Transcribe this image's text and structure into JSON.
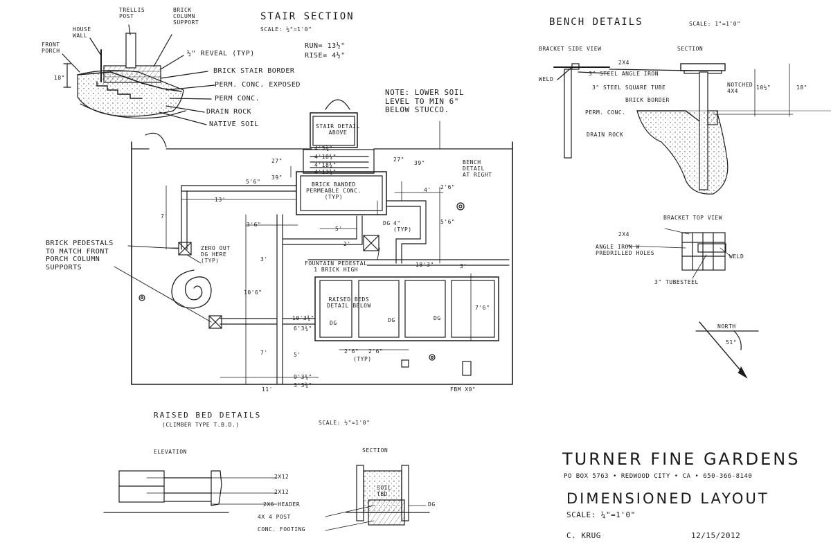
{
  "stair_section": {
    "title": "STAIR SECTION",
    "scale": "SCALE: ½\"=1'0\"",
    "run": "RUN= 13½\"",
    "rise": "RISE= 4½\"",
    "labels": {
      "front_porch": "FRONT\nPORCH",
      "house_wall": "HOUSE\nWALL",
      "trellis_post": "TRELLIS\nPOST",
      "brick_column": "BRICK\nCOLUMN\nSUPPORT",
      "reveal": "½\" REVEAL (TYP)",
      "brick_border": "BRICK STAIR BORDER",
      "perm_exposed": "PERM. CONC. EXPOSED",
      "perm_conc": "PERM CONC.",
      "drain_rock": "DRAIN ROCK",
      "native_soil": "NATIVE SOIL",
      "dim_18": "18\""
    }
  },
  "plan": {
    "note": "NOTE: LOWER SOIL\nLEVEL TO MIN 6\"\nBELOW STUCCO.",
    "stair_detail": "STAIR DETAIL\nABOVE",
    "brick_banded": "BRICK BANDED\nPERMEABLE CONC.\n(TYP)",
    "bench_detail": "BENCH\nDETAIL\nAT RIGHT",
    "brick_pedestals": "BRICK PEDESTALS\nTO MATCH FRONT\nPORCH COLUMN\nSUPPORTS",
    "zero_out": "ZERO OUT\nDG HERE\n(TYP)",
    "fountain": "FOUNTAIN PEDESTAL\n1 BRICK HIGH",
    "raised_beds": "RAISED BEDS\nDETAIL BELOW",
    "dg": "DG",
    "dims": {
      "d27a": "27\"",
      "d39a": "39\"",
      "d27b": "27\"",
      "d39b": "39\"",
      "d5_6a": "5'6\"",
      "d13": "13'",
      "d7a": "7'",
      "d3_6": "3'6\"",
      "d5a": "5'",
      "d4": "4'",
      "d2_6": "2'6\"",
      "d5_6b": "5'6\"",
      "d4_typ": "4\"\n(TYP)",
      "d3a": "3'",
      "d10_6": "10'6\"",
      "d7_6": "7'6\"",
      "d7b": "7'",
      "d5b": "5'",
      "d11": "11'",
      "d2_6a": "2'6\"",
      "d2_6b": "2'6\"",
      "typ": "(TYP)",
      "d3b": "3'",
      "d10_34": "10'3¾\"",
      "d6_34": "6'3¾\"",
      "d9_34": "9'3¾\"",
      "d3_34": "3'3¾\"",
      "s1": "4'3¾\"",
      "s2": "4'18¾\"",
      "s3": "4'18¾\"",
      "s4": "4'13¾\"",
      "d18_3": "18'3\"",
      "d2": "2'",
      "fbm": "FBM X0\""
    }
  },
  "bench_details": {
    "title": "BENCH DETAILS",
    "scale": "SCALE: 1\"=1'0\"",
    "side_view": "BRACKET SIDE VIEW",
    "section": "SECTION",
    "weld": "WELD",
    "angle_iron": "3\" STEEL ANGLE IRON",
    "square_tube": "3\" STEEL SQUARE TUBE",
    "brick_border": "BRICK BORDER",
    "perm_conc": "PERM. CONC.",
    "drain_rock": "DRAIN ROCK",
    "notched": "NOTCHED\n4X4",
    "d2x4": "2X4",
    "d10_5": "10½\"",
    "d18": "18\""
  },
  "bracket_top": {
    "title": "BRACKET TOP VIEW",
    "d2x4": "2X4",
    "angle_iron": "ANGLE IRON W\nPREDRILLED HOLES",
    "weld": "WELD",
    "tube": "3\" TUBESTEEL"
  },
  "north": {
    "label": "NORTH",
    "angle": "51°"
  },
  "raised_bed_details": {
    "title": "RAISED BED DETAILS",
    "subtitle": "(CLIMBER TYPE T.B.D.)",
    "scale": "SCALE: ½\"=1'0\"",
    "elevation": "ELEVATION",
    "section": "SECTION",
    "d2x12a": "2X12",
    "d2x12b": "2X12",
    "header": "2X6 HEADER",
    "post": "4X 4 POST",
    "footing": "CONC. FOOTING",
    "soil": "SOIL\nTBD",
    "dg": "DG"
  },
  "title_block": {
    "firm": "TURNER FINE GARDENS",
    "address": "PO BOX 5763 • REDWOOD CITY • CA • 650-366-8140",
    "drawing_title": "DIMENSIONED LAYOUT",
    "scale": "SCALE: ¼\"=1'0\"",
    "drafter": "C. KRUG",
    "date": "12/15/2012"
  }
}
